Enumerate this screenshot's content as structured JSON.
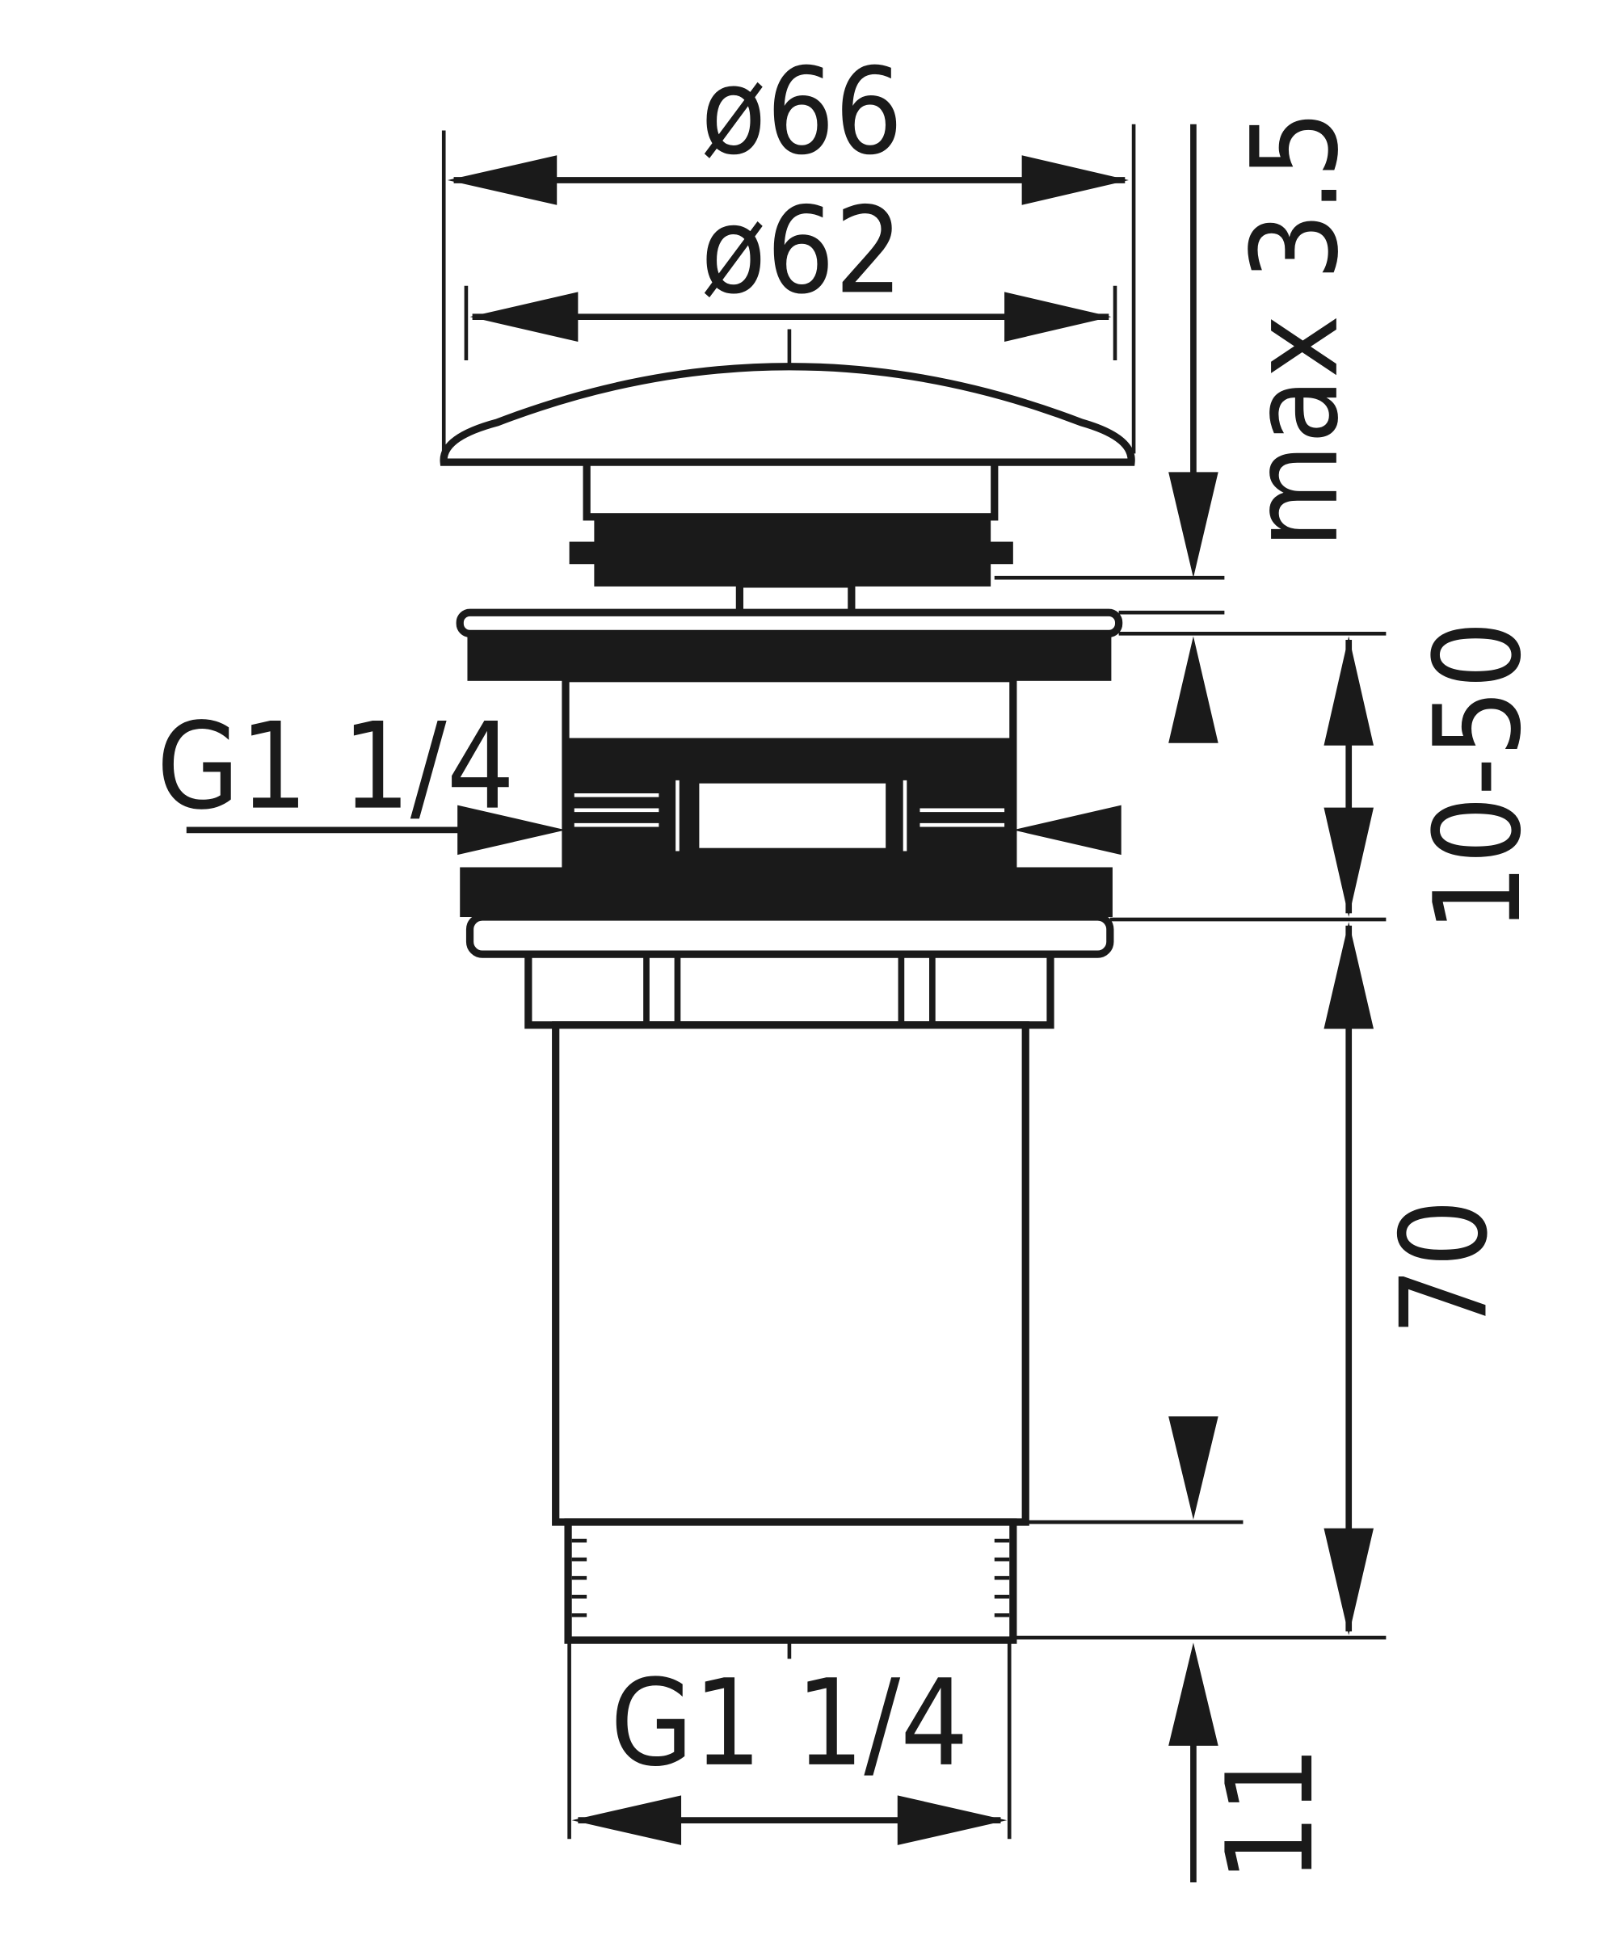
{
  "drawing": {
    "title": "Pop-up basin waste dimension drawing",
    "line_color": "#1a1a1a",
    "labels": {
      "outer_diameter": "ø66",
      "cap_diameter": "ø62",
      "max_gap": "max 3.5",
      "clamp_range": "10-50",
      "side_thread": "G1 1/4",
      "body_length": "70",
      "bottom_thread": "G1 1/4",
      "thread_length": "11"
    }
  }
}
